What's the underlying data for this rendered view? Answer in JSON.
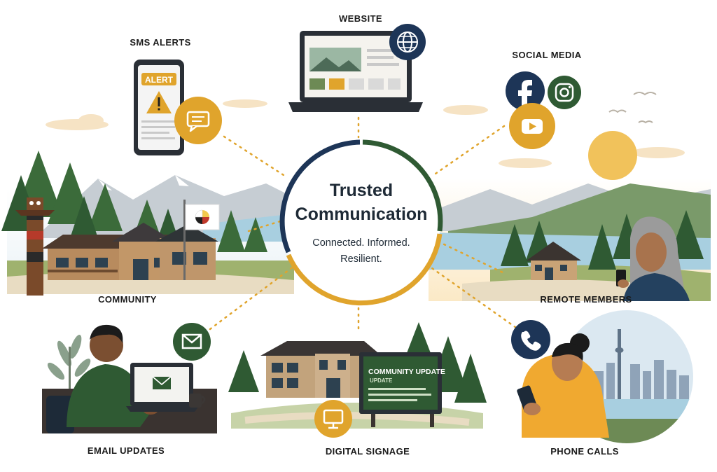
{
  "hub": {
    "title_line1": "Trusted",
    "title_line2": "Communication",
    "subtitle_line1": "Connected. Informed.",
    "subtitle_line2": "Resilient."
  },
  "channels": {
    "sms": "SMS ALERTS",
    "website": "WEBSITE",
    "social": "SOCIAL MEDIA",
    "community": "COMMUNITY",
    "remote": "REMOTE MEMBERS",
    "email": "EMAIL UPDATES",
    "signage": "DIGITAL SIGNAGE",
    "phone": "PHONE CALLS"
  },
  "phone_screen": {
    "alert_label": "ALERT"
  },
  "sign": {
    "headline": "COMMUNITY UPDATE",
    "subline": "UPDATE"
  },
  "icons": [
    "chat-icon",
    "globe-icon",
    "facebook-icon",
    "instagram-icon",
    "youtube-icon",
    "envelope-icon",
    "monitor-icon",
    "phone-handset-icon",
    "warning-icon",
    "medicine-wheel-icon"
  ],
  "colors": {
    "navy": "#1d3557",
    "gold": "#e0a42c",
    "forest": "#2f5a33",
    "sky": "#d9ebf3",
    "mountain": "#b9c3cc",
    "water": "#a8cfe0"
  }
}
